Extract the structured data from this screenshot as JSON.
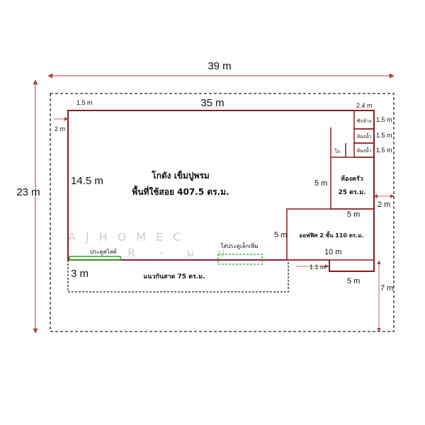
{
  "colors": {
    "wall": "#8b1a1a",
    "boundary": "#222222",
    "door": "#22aa22",
    "dimension": "#b33a3a"
  },
  "dimensions": {
    "overall_width": "39 m",
    "overall_height": "23 m",
    "building_width": "35 m",
    "left_offset": "1.5 m",
    "top_offset": "2 m",
    "building_depth": "14.5 m",
    "front_strip": "3 m",
    "top_right_width": "2.4 m",
    "room1_h": "1.5 m",
    "room2_h": "1.5 m",
    "room3_h": "1.5 m",
    "kitchen_h": "5 m",
    "right_offset": "2 m",
    "office_top_w": "5 m",
    "office_h": "5 m",
    "office_w": "10 m",
    "notch_w": "1.1 m",
    "bottom_right_w": "5 m",
    "bottom_right_h": "7 m"
  },
  "rooms": {
    "warehouse_line1": "โกดัง เข็มปูพรม",
    "warehouse_line2": "พื้นที่ใช้สอย 407.5 ตร.ม.",
    "laundry": "ซักล้าง",
    "bath1": "ห้องน้ำ",
    "bath2": "ห้องน้ำ",
    "stair_label": "โถ",
    "kitchen_line1": "ห้องครัว",
    "kitchen_line2": "25 ตร.ม.",
    "office": "ออฟฟิศ 2 ชั้น 110 ตร.ม."
  },
  "annotations": {
    "sliding_door": "ประตูสไลด์",
    "small_door": "ใส่ประตูเล็กเพิ่ม",
    "canopy": "แนวกันสาด 75 ตร.ม."
  },
  "watermark": {
    "line1": "AJHOMEC",
    "line2": "R - ม ป"
  }
}
